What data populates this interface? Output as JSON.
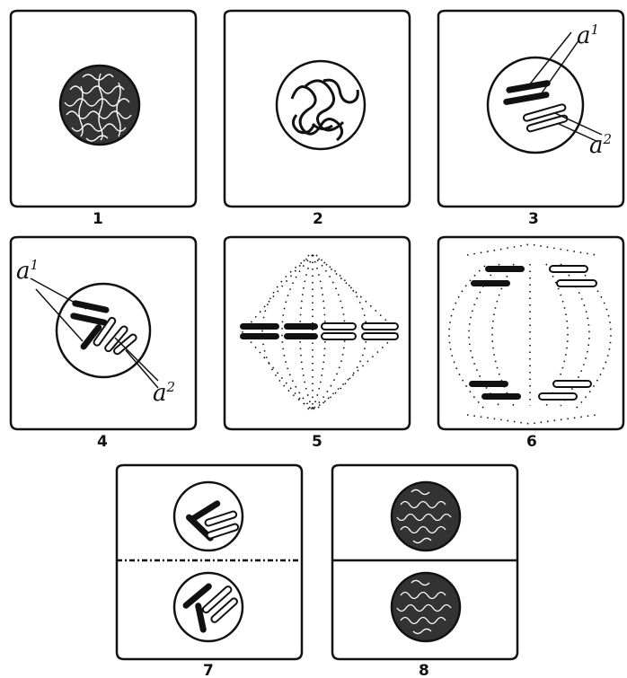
{
  "figures": [
    {
      "number": "1"
    },
    {
      "number": "2"
    },
    {
      "number": "3",
      "labels": [
        {
          "base": "a",
          "mark": "1"
        },
        {
          "base": "a",
          "mark": "2"
        }
      ]
    },
    {
      "number": "4",
      "labels": [
        {
          "base": "a",
          "mark": "1"
        },
        {
          "base": "a",
          "mark": "2"
        }
      ]
    },
    {
      "number": "5"
    },
    {
      "number": "6"
    },
    {
      "number": "7"
    },
    {
      "number": "8"
    }
  ],
  "colors": {
    "ink": "#111111",
    "paper": "#ffffff"
  }
}
